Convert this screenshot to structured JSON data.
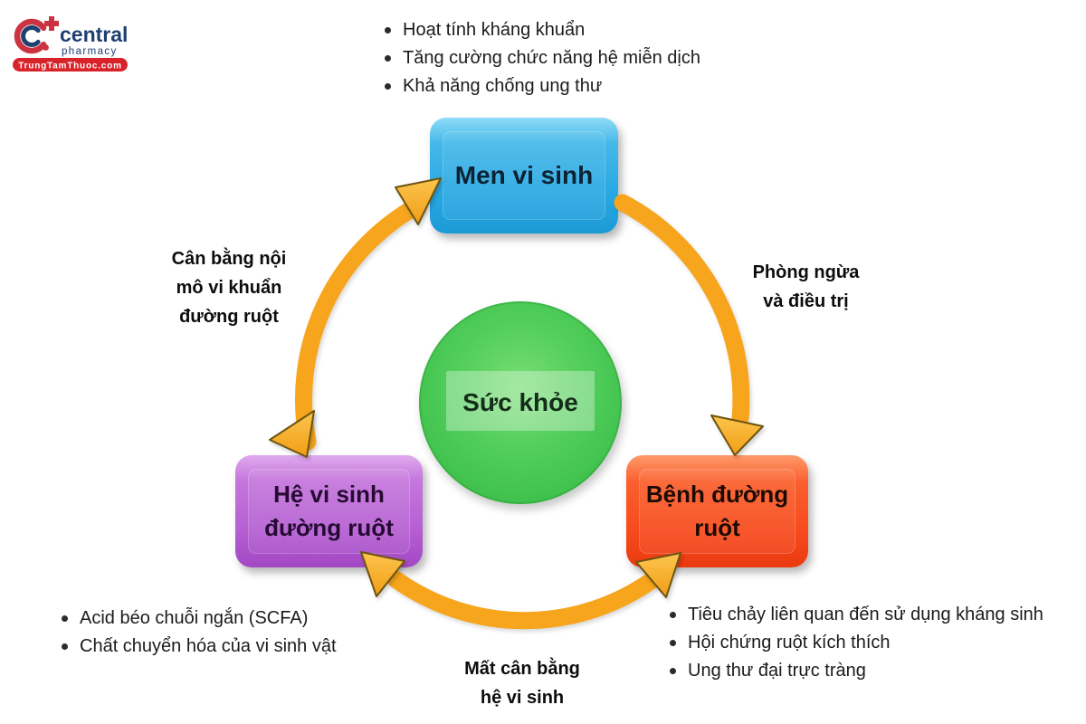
{
  "logo": {
    "brand": "central",
    "tagline": "pharmacy",
    "badge": "TrungTamThuoc.com"
  },
  "diagram": {
    "center": {
      "label": "Sức khỏe"
    },
    "top_box": {
      "label": "Men vi sinh"
    },
    "left_box": {
      "line1": "Hệ vi sinh",
      "line2": "đường ruột"
    },
    "right_box": {
      "line1": "Bệnh đường",
      "line2": "ruột"
    },
    "edge_left": {
      "line1": "Cân bằng nội",
      "line2": "mô vi khuẩn",
      "line3": "đường ruột"
    },
    "edge_right": {
      "line1": "Phòng ngừa",
      "line2": "và điều trị"
    },
    "edge_bottom": {
      "line1": "Mất cân bằng",
      "line2": "hệ vi sinh"
    }
  },
  "lists": {
    "top": [
      "Hoạt tính kháng khuẩn",
      "Tăng cường chức năng hệ miễn dịch",
      "Khả năng chống ung thư"
    ],
    "bottom_left": [
      "Acid béo chuỗi ngắn (SCFA)",
      "Chất chuyển hóa của vi sinh vật"
    ],
    "bottom_right": [
      "Tiêu chảy liên quan đến sử dụng kháng sinh",
      "Hội chứng ruột kích thích",
      "Ung thư đại trực tràng"
    ]
  },
  "colors": {
    "top_box": "#29a8e0",
    "center_circle": "#49c854",
    "left_box": "#bc68d9",
    "right_box": "#f84a1d",
    "arrow": "#f6a51c",
    "logo_red": "#cc3340",
    "logo_navy": "#1e3f70"
  }
}
